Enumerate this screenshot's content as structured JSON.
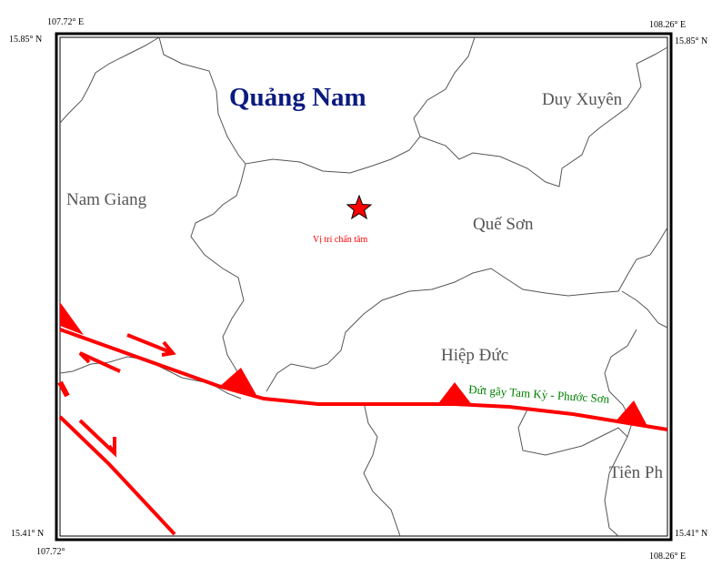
{
  "map": {
    "province_name": "Quảng Nam",
    "districts": {
      "nam_giang": "Nam Giang",
      "duy_xuyen": "Duy Xuyên",
      "que_son": "Quế Sơn",
      "hiep_duc": "Hiệp Đức",
      "tien_phuoc": "Tiên Ph"
    },
    "epicenter": {
      "label": "Vị trí chấn tâm",
      "color": "#ff0000",
      "icon": "star-icon"
    },
    "fault": {
      "label": "Đứt gãy Tam Kỳ - Phước Sơn",
      "line_color": "#ff0000",
      "label_color": "#008000"
    },
    "coordinates": {
      "top_left_lon": "107.72° E",
      "top_right_lon": "108.26° E",
      "top_left_lat": "15.85° N",
      "top_right_lat": "15.85° N",
      "bottom_left_lat": "15.41° N",
      "bottom_right_lat": "15.41° N",
      "bottom_left_lon": "107.72°",
      "bottom_right_lon": "108.26° E"
    },
    "colors": {
      "province_text": "#0b1a80",
      "boundary": "#555555",
      "frame": "#000000"
    }
  }
}
